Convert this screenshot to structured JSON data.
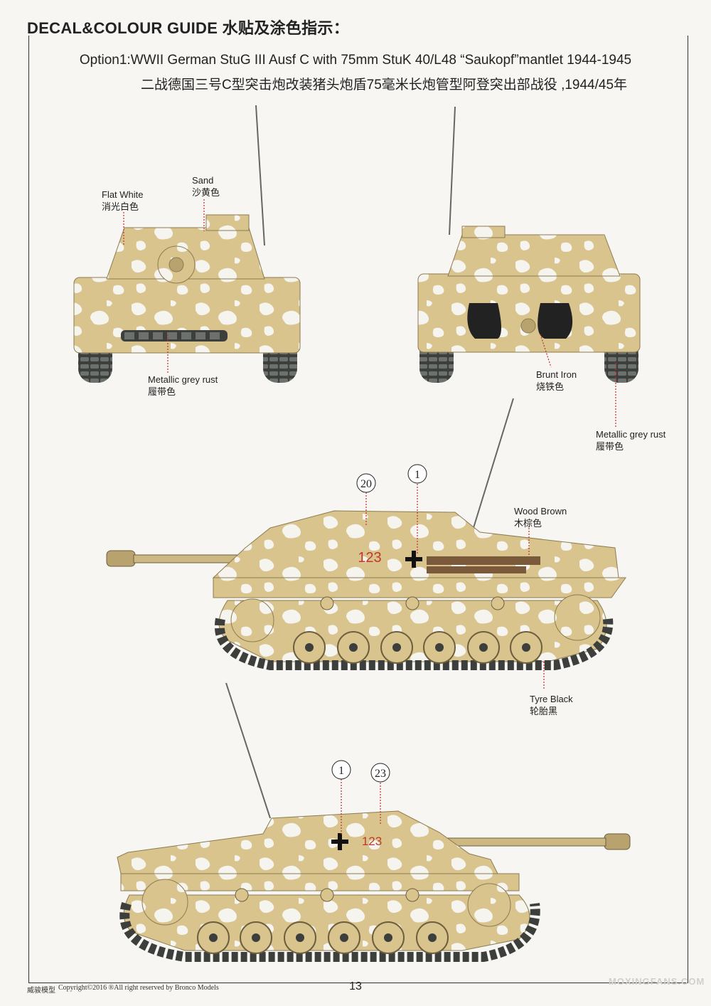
{
  "header": {
    "title": "DECAL&COLOUR GUIDE 水贴及涂色指示："
  },
  "option": {
    "title_en": "Option1:WWII German StuG III Ausf C with 75mm StuK 40/L48 “Saukopf”mantlet 1944-1945",
    "title_cn": "二战德国三号C型突击炮改装猪头炮盾75毫米长炮管型阿登突出部战役 ,1944/45年"
  },
  "labels": {
    "flat_white": {
      "en": "Flat White",
      "cn": "消光白色"
    },
    "sand": {
      "en": "Sand",
      "cn": "沙黄色"
    },
    "metallic_front": {
      "en": "Metallic grey rust",
      "cn": "履带色"
    },
    "brunt_iron": {
      "en": "Brunt Iron",
      "cn": "烧铁色"
    },
    "metallic_rear": {
      "en": "Metallic grey rust",
      "cn": "履带色"
    },
    "wood_brown": {
      "en": "Wood Brown",
      "cn": "木棕色"
    },
    "tyre_black": {
      "en": "Tyre Black",
      "cn": "轮胎黑"
    }
  },
  "decals": {
    "side_left_a": "20",
    "side_left_b": "1",
    "side_right_a": "1",
    "side_right_b": "23",
    "hull_number": "123"
  },
  "colors": {
    "sand": "#d9c48e",
    "sand_dark": "#b8a36f",
    "white": "#f6f4ee",
    "track": "#3c3f3c",
    "brunt": "#222222",
    "wood": "#7a5a3a",
    "leader_red": "#c03030",
    "hull_number_red": "#c0392b"
  },
  "footer": {
    "brand_cn": "威骏模型",
    "copyright": "Copyright©2016  ®All right reserved by Bronco Models",
    "page_number": "13",
    "watermark": "MOXINGFANS.COM"
  }
}
